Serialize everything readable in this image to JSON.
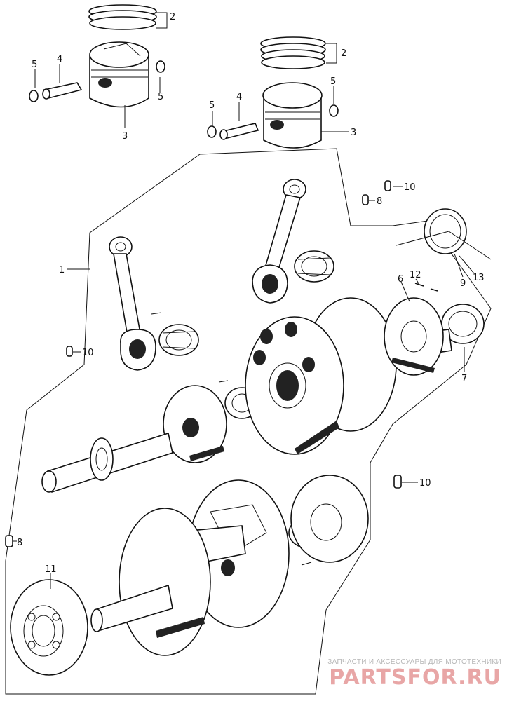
{
  "callouts": {
    "c1": "1",
    "c2a": "2",
    "c2b": "2",
    "c3a": "3",
    "c3b": "3",
    "c4a": "4",
    "c4b": "4",
    "c5a": "5",
    "c5b": "5",
    "c5c": "5",
    "c5d": "5",
    "c6": "6",
    "c7": "7",
    "c8a": "8",
    "c8b": "8",
    "c9": "9",
    "c10a": "10",
    "c10b": "10",
    "c10c": "10",
    "c11": "11",
    "c12": "12",
    "c13": "13"
  },
  "watermark": {
    "subtitle": "ЗАПЧАСТИ И АКСЕССУАРЫ ДЛЯ МОТОТЕХНИКИ",
    "brand": "PARTSFOR.RU",
    "color": "#e8a6a6"
  },
  "colors": {
    "line": "#111111",
    "background": "#ffffff"
  }
}
